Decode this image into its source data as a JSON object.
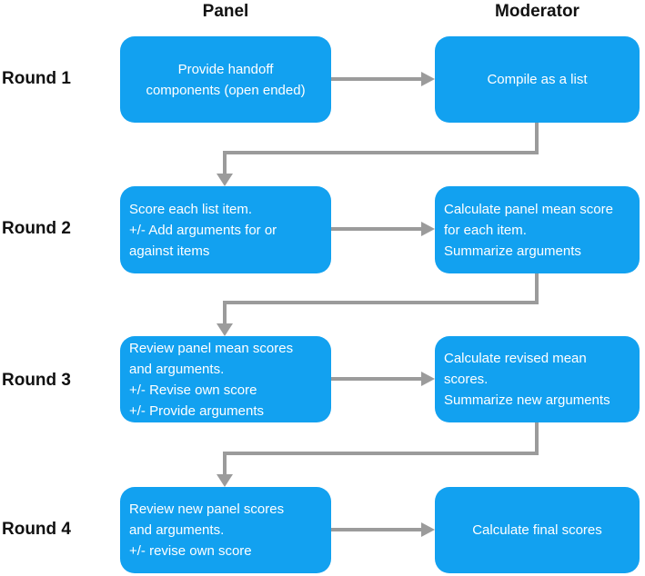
{
  "title": "Delphi panel-moderator process flowchart",
  "colors": {
    "box_blue": "#12A1F0",
    "arrow_gray": "#9B9B9B",
    "box_text": "#ffffff",
    "label_text": "#111111"
  },
  "headers": {
    "panel": "Panel",
    "moderator": "Moderator"
  },
  "rows": [
    {
      "label": "Round 1",
      "panel": "Provide handoff\ncomponents (open ended)",
      "moderator": "Compile as a list"
    },
    {
      "label": "Round 2",
      "panel": "Score each list item.\n+/- Add arguments for or\nagainst items",
      "moderator": "Calculate panel mean score\nfor each item.\nSummarize arguments"
    },
    {
      "label": "Round 3",
      "panel": "Review panel mean scores\nand arguments.\n+/- Revise own score\n+/- Provide arguments",
      "moderator": "Calculate revised mean\nscores.\nSummarize new arguments"
    },
    {
      "label": "Round 4",
      "panel": "Review new panel scores\nand arguments.\n+/- revise own score",
      "moderator": "Calculate final scores"
    }
  ]
}
